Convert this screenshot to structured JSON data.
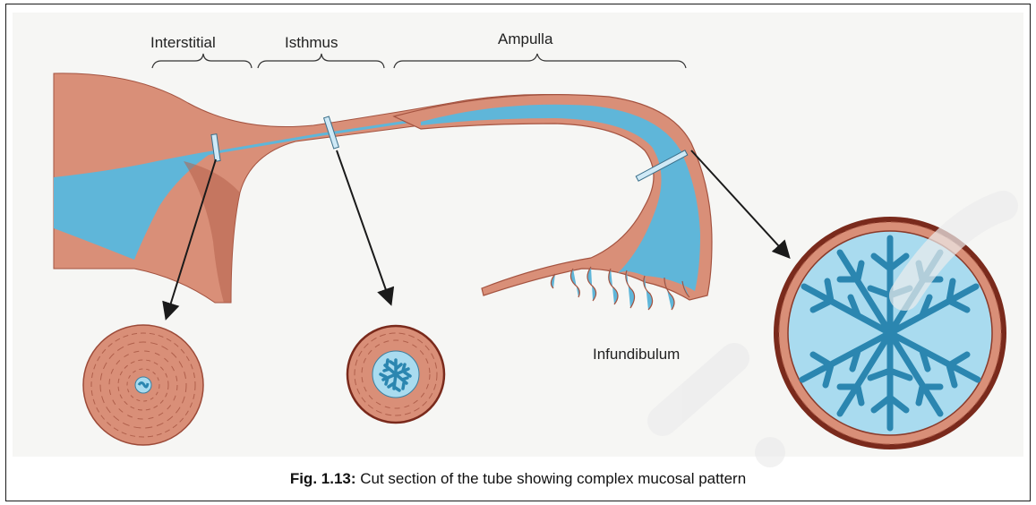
{
  "diagram": {
    "labels": {
      "interstitial": "Interstitial",
      "isthmus": "Isthmus",
      "ampulla": "Ampulla",
      "infundibulum": "Infundibulum"
    },
    "colors": {
      "muscle": "#d98f78",
      "muscle_dark": "#b45a45",
      "mucosa": "#5fb6d9",
      "mucosa_light": "#a9dbef",
      "outline": "#7a2a1c",
      "background": "#f6f6f4"
    }
  },
  "caption": {
    "figure_number": "Fig. 1.13:",
    "text": "Cut section of the tube showing complex mucosal pattern"
  }
}
